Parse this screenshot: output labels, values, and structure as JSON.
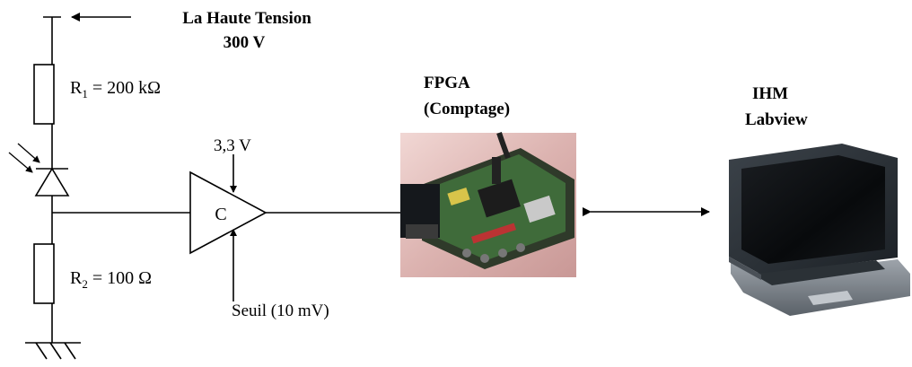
{
  "hv_label": {
    "line1": "La Haute Tension",
    "line2": "300 V"
  },
  "r1": {
    "prefix": "R",
    "sub": "1",
    "value": " = 200 kΩ"
  },
  "r2": {
    "prefix": "R",
    "sub": "2",
    "value": " = 100 Ω"
  },
  "comparator": {
    "letter": "C",
    "supply": "3,3 V",
    "threshold": "Seuil (10 mV)"
  },
  "fpga": {
    "line1": "FPGA",
    "line2": "(Comptage)"
  },
  "hmi": {
    "line1": "IHM",
    "line2": "Labview"
  }
}
